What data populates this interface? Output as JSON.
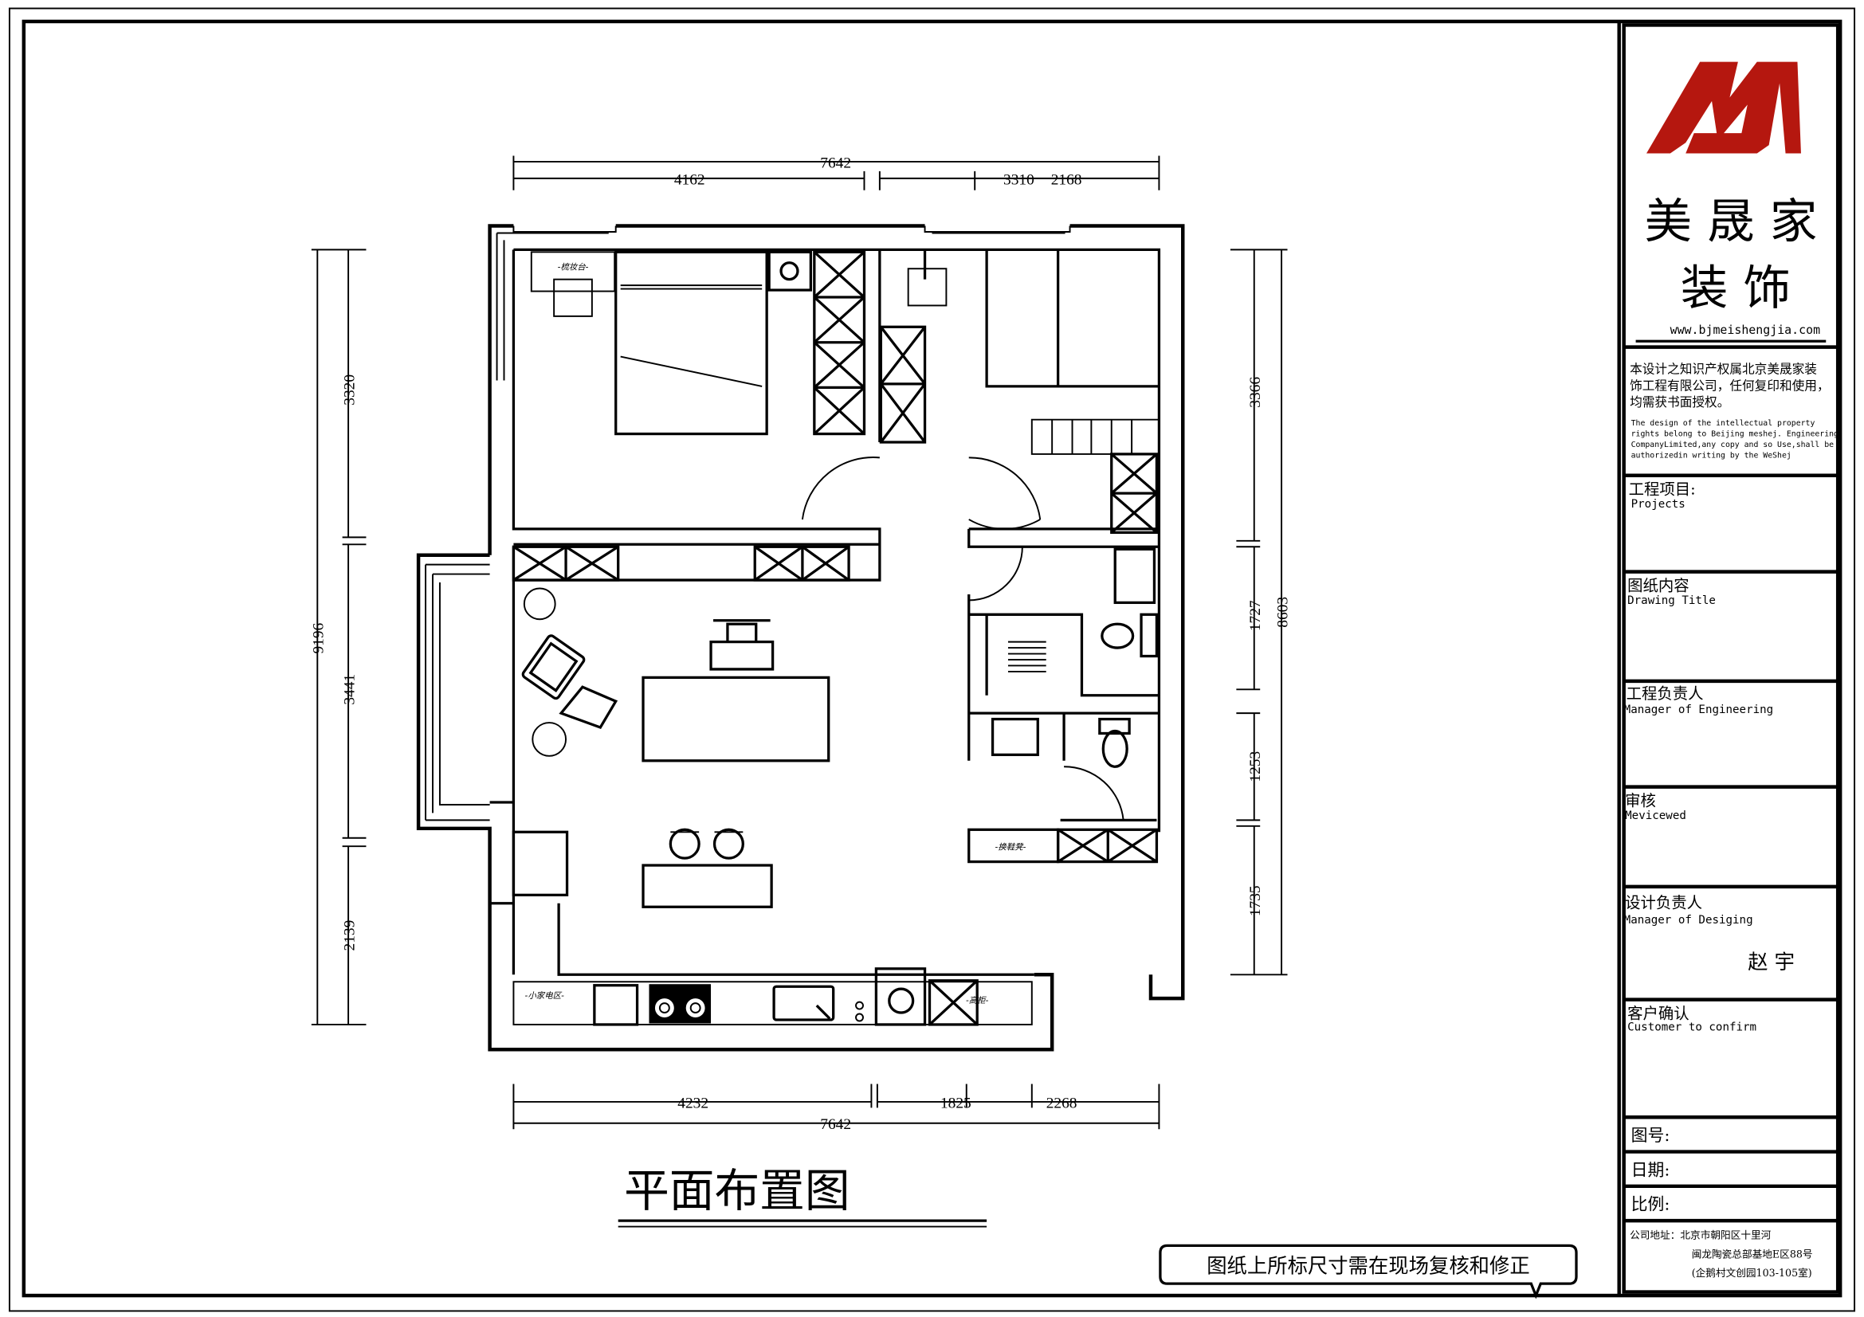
{
  "drawing": {
    "title": "平面布置图",
    "note": "图纸上所标尺寸需在现场复核和修正",
    "labels": {
      "dresser": "-梳妆台-",
      "shoe_bench": "-换鞋凳-",
      "appliance_zone": "-小家电区-",
      "tall_cabinet": "-高柜-"
    },
    "dimensions": {
      "top_total": "7642",
      "top_a": "4162",
      "top_b": "3310",
      "top_c": "2168",
      "bottom_total": "7642",
      "bottom_a": "4232",
      "bottom_b": "1825",
      "bottom_c": "2268",
      "left_total": "9196",
      "left_a": "3320",
      "left_b": "3441",
      "left_c": "2139",
      "right_total": "8603",
      "right_a": "3366",
      "right_b": "1727",
      "right_c": "1253",
      "right_d": "1735"
    }
  },
  "title_block": {
    "logo_color": "#b5170f",
    "company_line1": "美 晟 家",
    "company_line2": "装 饰",
    "website": "www.bjmeishengjia.com",
    "copyright_cn": [
      "本设计之知识产权属北京美晟家装",
      "饰工程有限公司，任何复印和使用，",
      "均需获书面授权。"
    ],
    "copyright_en": [
      "The design of the intellectual property",
      "rights belong to Beijing meshej. Engineering",
      "CompanyLimited,any copy and so Use,shall be",
      "authorizedin writing by the WeShej"
    ],
    "fields": [
      {
        "cn": "工程项目:",
        "en": "Projects",
        "value": ""
      },
      {
        "cn": "图纸内容",
        "en": "Drawing  Title",
        "value": ""
      },
      {
        "cn": "工程负责人",
        "en": "Manager of Engineering",
        "value": ""
      },
      {
        "cn": "审核",
        "en": "Mevicewed",
        "value": ""
      },
      {
        "cn": "设计负责人",
        "en": "Manager of Desiging",
        "value": "赵  宇"
      },
      {
        "cn": "客户确认",
        "en": "Customer to confirm",
        "value": ""
      }
    ],
    "drawing_no": "图号:",
    "date": "日期:",
    "scale": "比例:",
    "address": [
      "公司地址：北京市朝阳区十里河",
      "闽龙陶瓷总部基地E区88号",
      "(企鹅村文创园103-105室)"
    ]
  }
}
